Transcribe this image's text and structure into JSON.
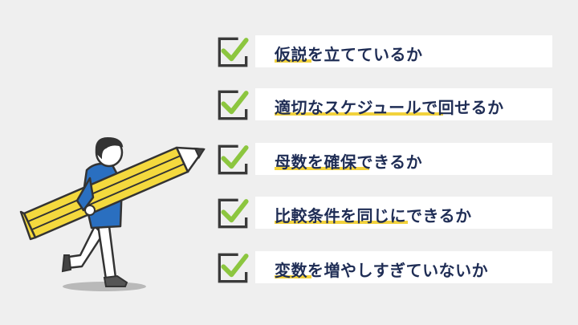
{
  "checklist": [
    {
      "text": "仮説を立てているか"
    },
    {
      "text": "適切なスケジュールで回せるか"
    },
    {
      "text": "母数を確保できるか"
    },
    {
      "text": "比較条件を同じにできるか"
    },
    {
      "text": "変数を増やしすぎていないか"
    }
  ],
  "colors": {
    "background": "#efefef",
    "panel": "#ffffff",
    "text": "#1f2d55",
    "check": "#8cc63f",
    "box_stroke": "#3a3a3a",
    "highlight": "#f2d23c",
    "pencil_body": "#f4d93e",
    "shirt": "#2a6fc0"
  }
}
